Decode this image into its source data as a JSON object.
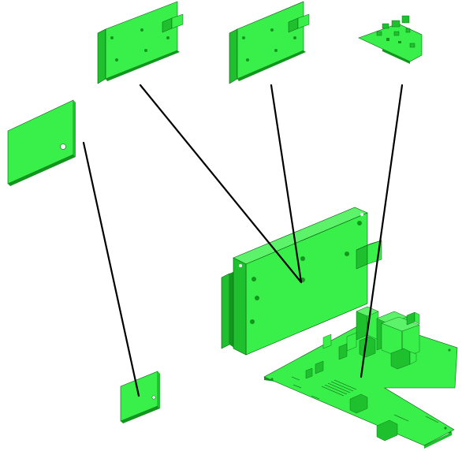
{
  "diagram": {
    "kind": "exploded-assembly",
    "colors": {
      "board_face": "#39ef4a",
      "board_side": "#1fc02e",
      "board_dark": "#12961e",
      "edge": "#0a5a12",
      "hole": "#ffffff",
      "leader": "#000000",
      "background": "#ffffff"
    },
    "parts": [
      {
        "id": "card-a",
        "type": "daughter-card"
      },
      {
        "id": "card-b",
        "type": "daughter-card"
      },
      {
        "id": "small-pcb",
        "type": "pcb-fragment"
      },
      {
        "id": "plate-large",
        "type": "flat-plate"
      },
      {
        "id": "plate-small",
        "type": "flat-plate"
      },
      {
        "id": "main-module",
        "type": "assembled-enclosure"
      },
      {
        "id": "main-pcb",
        "type": "l-shaped-pcb"
      }
    ],
    "connections": [
      {
        "from": "card-a",
        "to": "main-module"
      },
      {
        "from": "card-b",
        "to": "main-module"
      },
      {
        "from": "small-pcb",
        "to": "main-pcb"
      },
      {
        "from": "plate-large",
        "to": "plate-small"
      }
    ]
  }
}
